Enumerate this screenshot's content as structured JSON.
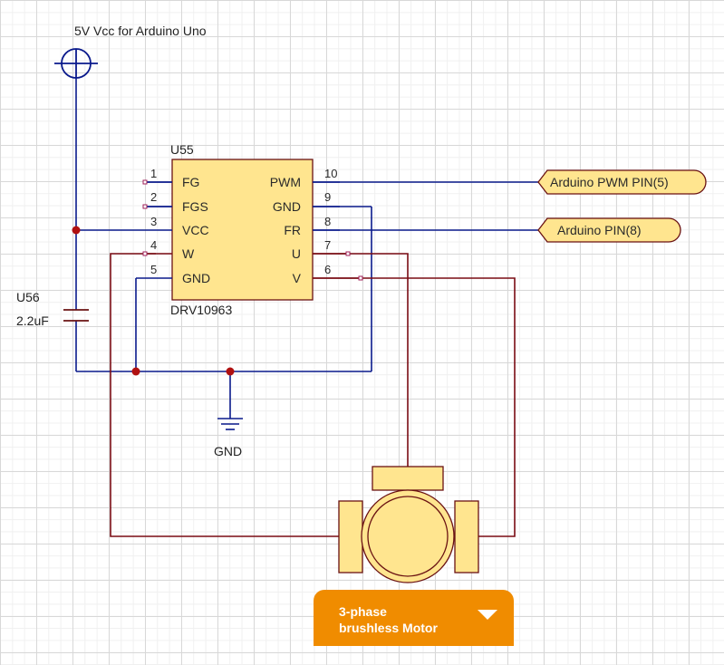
{
  "power": {
    "label": "5V Vcc for Arduino Uno"
  },
  "ic": {
    "ref": "U55",
    "part": "DRV10963",
    "left_pins": [
      {
        "num": "1",
        "name": "FG"
      },
      {
        "num": "2",
        "name": "FGS"
      },
      {
        "num": "3",
        "name": "VCC"
      },
      {
        "num": "4",
        "name": "W"
      },
      {
        "num": "5",
        "name": "GND"
      }
    ],
    "right_pins": [
      {
        "num": "10",
        "name": "PWM"
      },
      {
        "num": "9",
        "name": "GND"
      },
      {
        "num": "8",
        "name": "FR"
      },
      {
        "num": "7",
        "name": "U"
      },
      {
        "num": "6",
        "name": "V"
      }
    ]
  },
  "capacitor": {
    "ref": "U56",
    "value": "2.2uF"
  },
  "ground": {
    "label": "GND"
  },
  "ports": [
    {
      "label": "Arduino PWM PIN(5)"
    },
    {
      "label": "Arduino PIN(8)"
    }
  ],
  "motor": {
    "label_line1": "3-phase",
    "label_line2": "brushless Motor"
  },
  "colors": {
    "wire_blue": "#0a1a8c",
    "wire_red": "#7a0c14",
    "junction": "#b01010",
    "ic_fill": "#ffe58f",
    "outline": "#6a1212",
    "motor_fill": "#ffe58f",
    "label_orange": "#f08c00"
  }
}
